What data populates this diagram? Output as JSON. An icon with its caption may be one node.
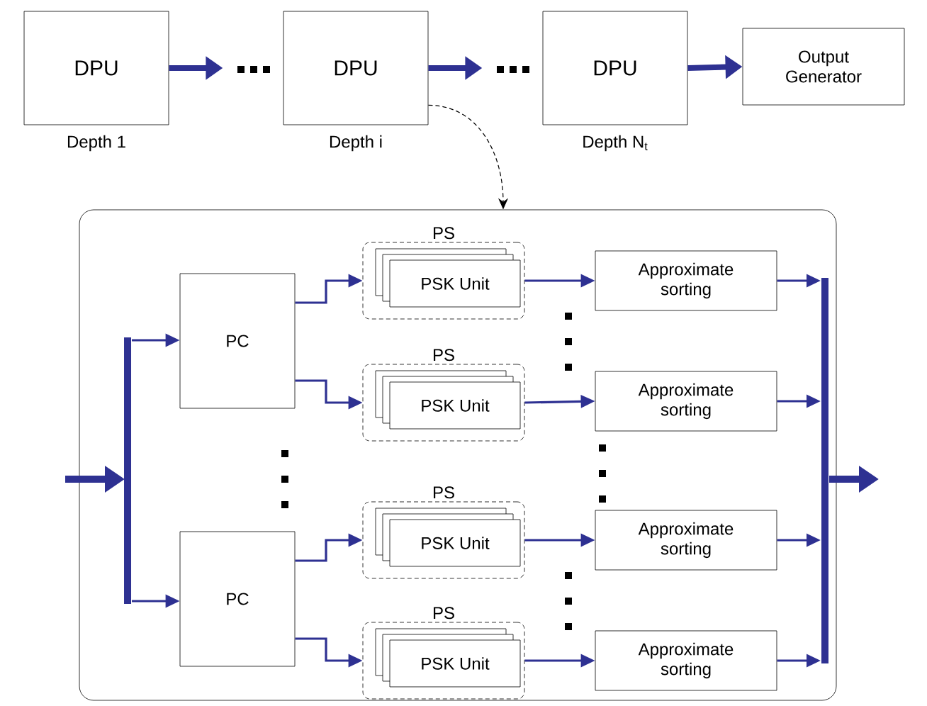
{
  "diagram": {
    "nodes": [
      {
        "text": [
          "DPU"
        ],
        "beside": [
          "Depth 1"
        ]
      },
      {
        "text": [
          "DPU"
        ],
        "beside": [
          "Depth i"
        ]
      },
      {
        "text": [
          "DPU"
        ],
        "beside": [
          "Depth N$_{t}$"
        ]
      },
      {
        "text": [
          "Output Generator"
        ]
      },
      {
        "text": [],
        "shape": "box"
      },
      {
        "text": [
          "PC"
        ],
        "in": 4
      },
      {
        "text": [
          "PC"
        ],
        "in": 4
      },
      {
        "text": [
          "PS"
        ],
        "in": 4
      },
      {
        "text": [
          "PS"
        ],
        "in": 4
      },
      {
        "text": [
          "PS"
        ],
        "in": 4
      },
      {
        "text": [
          "PS"
        ],
        "in": 4
      },
      {
        "text": [
          "PSK Unit"
        ],
        "in": 7
      },
      {
        "text": [
          "PSK Unit"
        ],
        "in": 8
      },
      {
        "text": [
          "PSK Unit"
        ],
        "in": 9
      },
      {
        "text": [
          "PSK Unit"
        ],
        "in": 10
      },
      {
        "text": [
          "Approximate sorting"
        ],
        "in": 4
      },
      {
        "text": [
          "Approximate sorting"
        ],
        "in": 4
      },
      {
        "text": [
          "Approximate sorting"
        ],
        "in": 4
      },
      {
        "text": [
          "Approximate sorting"
        ],
        "in": 4
      }
    ],
    "edges": [
      {
        "from": 0,
        "to": null,
        "arrow": "to",
        "style": "thick"
      },
      {
        "from": 1,
        "to": null,
        "arrow": "to",
        "style": "thick"
      },
      {
        "from": 2,
        "to": 3,
        "arrow": "to",
        "style": "thick"
      },
      {
        "from": 1,
        "to": 4,
        "arrow": "to",
        "style": "dashed",
        "color": "#000000"
      },
      {
        "from": null,
        "to": 5,
        "arrow": "to"
      },
      {
        "from": null,
        "to": 6,
        "arrow": "to"
      },
      {
        "from": 5,
        "to": 7,
        "arrow": "to"
      },
      {
        "from": 5,
        "to": 8,
        "arrow": "to"
      },
      {
        "from": 6,
        "to": 9,
        "arrow": "to"
      },
      {
        "from": 6,
        "to": 10,
        "arrow": "to"
      },
      {
        "from": 7,
        "to": 15,
        "arrow": "to"
      },
      {
        "from": 8,
        "to": 16,
        "arrow": "to"
      },
      {
        "from": 9,
        "to": 17,
        "arrow": "to"
      },
      {
        "from": 10,
        "to": 18,
        "arrow": "to"
      },
      {
        "from": 15,
        "to": null,
        "arrow": "to"
      },
      {
        "from": 16,
        "to": null,
        "arrow": "to"
      },
      {
        "from": 17,
        "to": null,
        "arrow": "to"
      },
      {
        "from": 18,
        "to": null,
        "arrow": "to"
      }
    ]
  }
}
